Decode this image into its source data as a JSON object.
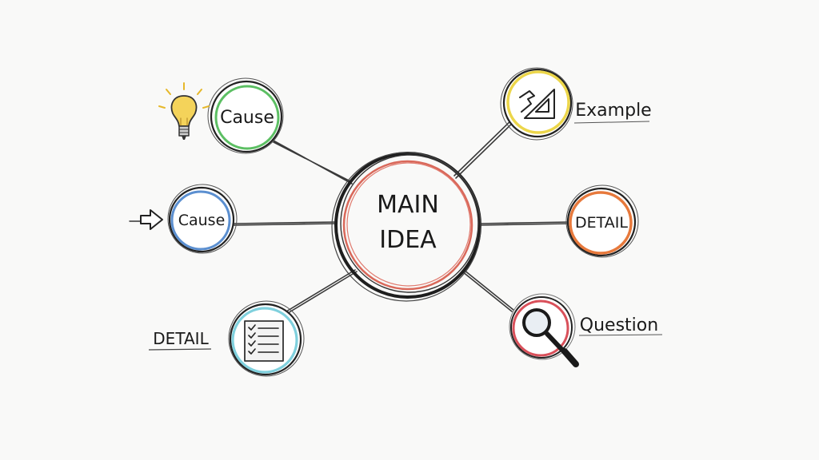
{
  "mindmap": {
    "center": {
      "line1": "MAIN",
      "line2": "IDEA",
      "ring_color": "#d9685a"
    },
    "nodes": {
      "cause_top": {
        "label": "Cause",
        "ring_color": "#5cbf63",
        "side_icon": "lightbulb-icon"
      },
      "cause_mid": {
        "label": "Cause",
        "ring_color": "#5b8fd0",
        "side_icon": "arrow-right-icon"
      },
      "detail_bottom_left": {
        "label": "DETAIL",
        "ring_color": "#7fd0dd",
        "inner_icon": "checklist-icon"
      },
      "example": {
        "label": "Example",
        "ring_color": "#ecd64a",
        "inner_icon": "ruler-triangle-icon"
      },
      "detail_right": {
        "label": "DETAIL",
        "ring_color": "#e7793c"
      },
      "question": {
        "label": "Question",
        "ring_color": "#d9505a",
        "inner_icon": "magnifier-icon"
      }
    }
  }
}
